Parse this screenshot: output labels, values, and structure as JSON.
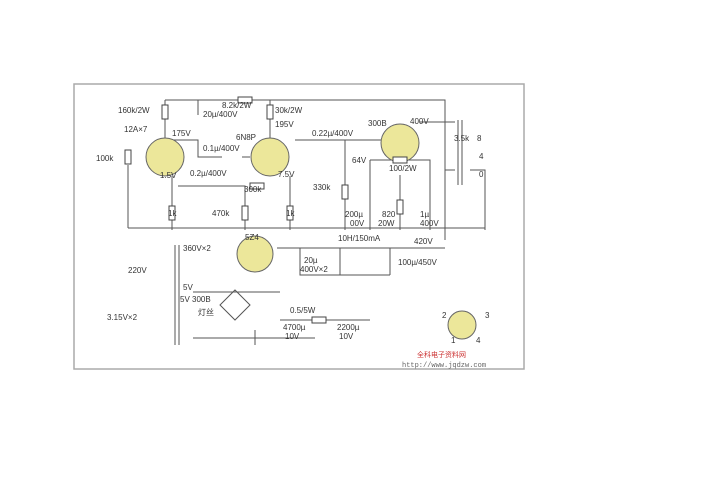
{
  "diagram": {
    "labels": {
      "r_160k": "160k/2W",
      "c_20u": "20µ/400V",
      "r_8k2": "8.2k/2W",
      "r_30k": "30k/2W",
      "v1_name": "12A×7",
      "v1_plate": "175V",
      "v2_name": "6N8P",
      "v2_plate": "195V",
      "c_01u": "0.1µ/400V",
      "c_022u": "0.22µ/400V",
      "input_pot": "100k",
      "v1_cathode": "1.5V",
      "c_02u": "0.2µ/400V",
      "v2_cathode": "7.5V",
      "r_300k": "300k",
      "r_1k_a": "1k",
      "r_470k": "470k",
      "r_1k_b": "1k",
      "r_330k": "330k",
      "v3_name": "300B",
      "v3_plate": "400V",
      "v3_cathode": "64V",
      "r_100": "100/2W",
      "c_200u": "200µ",
      "c_200u_v": "00V",
      "r_820": "820",
      "r_820_w": "20W",
      "c_1u": "1µ",
      "c_1u_v": "400V",
      "ot_imp": "3.5k",
      "ot_8": "8",
      "ot_4": "4",
      "ot_0": "0",
      "pt_hv": "360V×2",
      "rect_name": "5Z4",
      "choke": "10H/150mA",
      "b_plus": "420V",
      "c_20u_x2": "20µ",
      "c_20u_x2_v": "400V×2",
      "c_100u": "100µ/450V",
      "mains": "220V",
      "pt_5v": "5V",
      "pt_fil": "3.15V×2",
      "pt_5v300b": "5V 300B",
      "filament": "灯丝",
      "r_05": "0.5/5W",
      "c_4700": "4700µ",
      "c_4700_v": "10V",
      "c_2200": "2200µ",
      "c_2200_v": "10V",
      "pin1": "1",
      "pin2": "2",
      "pin3": "3",
      "pin4": "4"
    },
    "watermark": {
      "text": "全科电子资料网",
      "url": "http://www.jqdzw.com"
    }
  }
}
